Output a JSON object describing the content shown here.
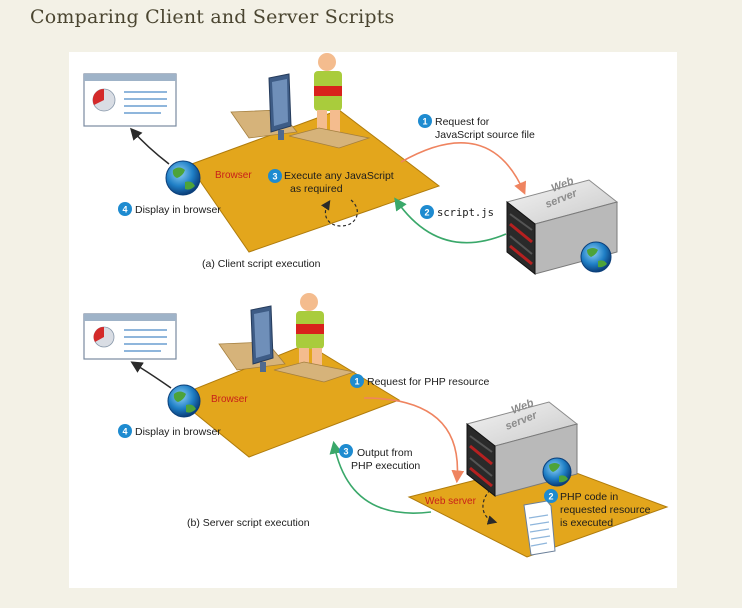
{
  "page_title": "Comparing Client and Server Scripts",
  "top": {
    "step1": {
      "num": "1",
      "line1": "Request for",
      "line2": "JavaScript source file"
    },
    "step2": {
      "num": "2",
      "text": "script.js"
    },
    "step3": {
      "num": "3",
      "line1": "Execute any JavaScript",
      "line2": "as required"
    },
    "step4": {
      "num": "4",
      "text": "Display in browser"
    },
    "browser_label": "Browser",
    "server_line1": "Web",
    "server_line2": "server",
    "caption": "(a) Client script execution"
  },
  "bottom": {
    "step1": {
      "num": "1",
      "text": "Request for PHP resource"
    },
    "step2": {
      "num": "2",
      "line1": "PHP code in",
      "line2": "requested resource",
      "line3": "is executed"
    },
    "step3": {
      "num": "3",
      "line1": "Output from",
      "line2": "PHP execution"
    },
    "step4": {
      "num": "4",
      "text": "Display in browser"
    },
    "browser_label": "Browser",
    "webserver_label": "Web server",
    "server_line1": "Web",
    "server_line2": "server",
    "caption": "(b) Server script execution"
  },
  "colors": {
    "platform": "#e3a61c",
    "label_red": "#c8201a",
    "step_blue": "#1e8bd0",
    "request_arrow": "#ef8460",
    "response_arrow": "#3aa86a"
  },
  "icons": [
    "browser-window-icon",
    "pie-chart-icon",
    "globe-icon",
    "computer-monitor-icon",
    "user-figure-icon",
    "server-rack-icon",
    "document-icon"
  ]
}
